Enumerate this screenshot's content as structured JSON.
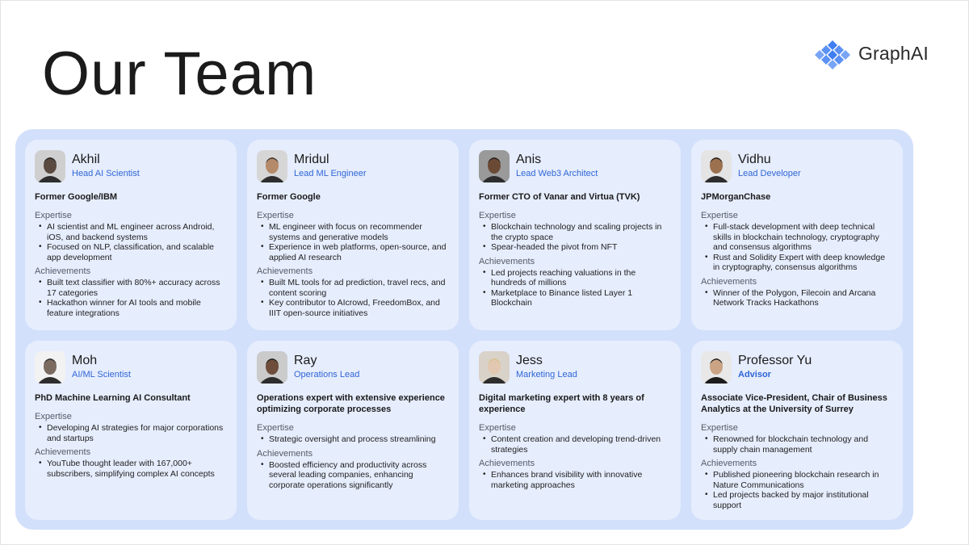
{
  "title": "Our Team",
  "logo": {
    "text": "GraphAI",
    "mark_color": "#3f7ef2"
  },
  "members": [
    {
      "name": "Akhil",
      "role": "Head AI Scientist",
      "headline": "Former Google/IBM",
      "expertise_label": "Expertise",
      "expertise": [
        "AI scientist and ML engineer across Android, iOS, and backend systems",
        "Focused on NLP, classification, and scalable app development"
      ],
      "achievements_label": "Achievements",
      "achievements": [
        "Built text classifier with 80%+ accuracy across 17 categories",
        "Hackathon winner for AI tools and mobile feature integrations"
      ]
    },
    {
      "name": "Mridul",
      "role": "Lead ML Engineer",
      "headline": "Former Google",
      "expertise_label": "Expertise",
      "expertise": [
        "ML engineer with focus on recommender systems and generative models",
        "Experience in web platforms, open-source, and applied AI research"
      ],
      "achievements_label": "Achievements",
      "achievements": [
        "Built ML tools for ad prediction, travel recs, and content scoring",
        "Key contributor to AIcrowd, FreedomBox, and IIIT open-source initiatives"
      ]
    },
    {
      "name": "Anis",
      "role": "Lead Web3 Architect",
      "headline": "Former CTO of Vanar and Virtua (TVK)",
      "expertise_label": "Expertise",
      "expertise": [
        "Blockchain technology and scaling projects in the crypto space",
        "Spear-headed the pivot from NFT"
      ],
      "achievements_label": "Achievements",
      "achievements": [
        "Led projects reaching valuations in the hundreds of millions",
        "Marketplace to Binance listed Layer 1 Blockchain"
      ]
    },
    {
      "name": "Vidhu",
      "role": "Lead Developer",
      "headline": "JPMorganChase",
      "expertise_label": "Expertise",
      "expertise": [
        "Full-stack development with deep technical skills in blockchain technology, cryptography and consensus algorithms",
        "Rust and Solidity Expert with deep knowledge in cryptography, consensus algorithms"
      ],
      "achievements_label": "Achievements",
      "achievements": [
        "Winner of the Polygon, Filecoin and Arcana Network Tracks Hackathons"
      ]
    },
    {
      "name": "Moh",
      "role": "AI/ML Scientist",
      "headline": "PhD Machine Learning AI Consultant",
      "expertise_label": "Expertise",
      "expertise": [
        "Developing AI strategies for major corporations and startups"
      ],
      "achievements_label": "Achievements",
      "achievements": [
        "YouTube thought leader with 167,000+ subscribers, simplifying complex AI concepts"
      ]
    },
    {
      "name": "Ray",
      "role": "Operations Lead",
      "headline": "Operations expert with extensive experience optimizing corporate processes",
      "expertise_label": "Expertise",
      "expertise": [
        "Strategic oversight and process streamlining"
      ],
      "achievements_label": "Achievements",
      "achievements": [
        "Boosted efficiency and productivity across several leading companies, enhancing corporate operations significantly"
      ]
    },
    {
      "name": "Jess",
      "role": "Marketing Lead",
      "headline": "Digital marketing expert with 8 years of experience",
      "expertise_label": "Expertise",
      "expertise": [
        "Content creation and developing trend-driven strategies"
      ],
      "achievements_label": "Achievements",
      "achievements": [
        "Enhances brand visibility with innovative marketing approaches"
      ]
    },
    {
      "name": "Professor Yu",
      "role": "Advisor",
      "headline": "Associate Vice-President, Chair of Business Analytics at the University of Surrey",
      "expertise_label": "Expertise",
      "expertise": [
        "Renowned for blockchain technology and supply chain management"
      ],
      "achievements_label": "Achievements",
      "achievements": [
        "Published pioneering blockchain research in Nature Communications",
        "Led projects backed by major institutional support"
      ]
    }
  ]
}
